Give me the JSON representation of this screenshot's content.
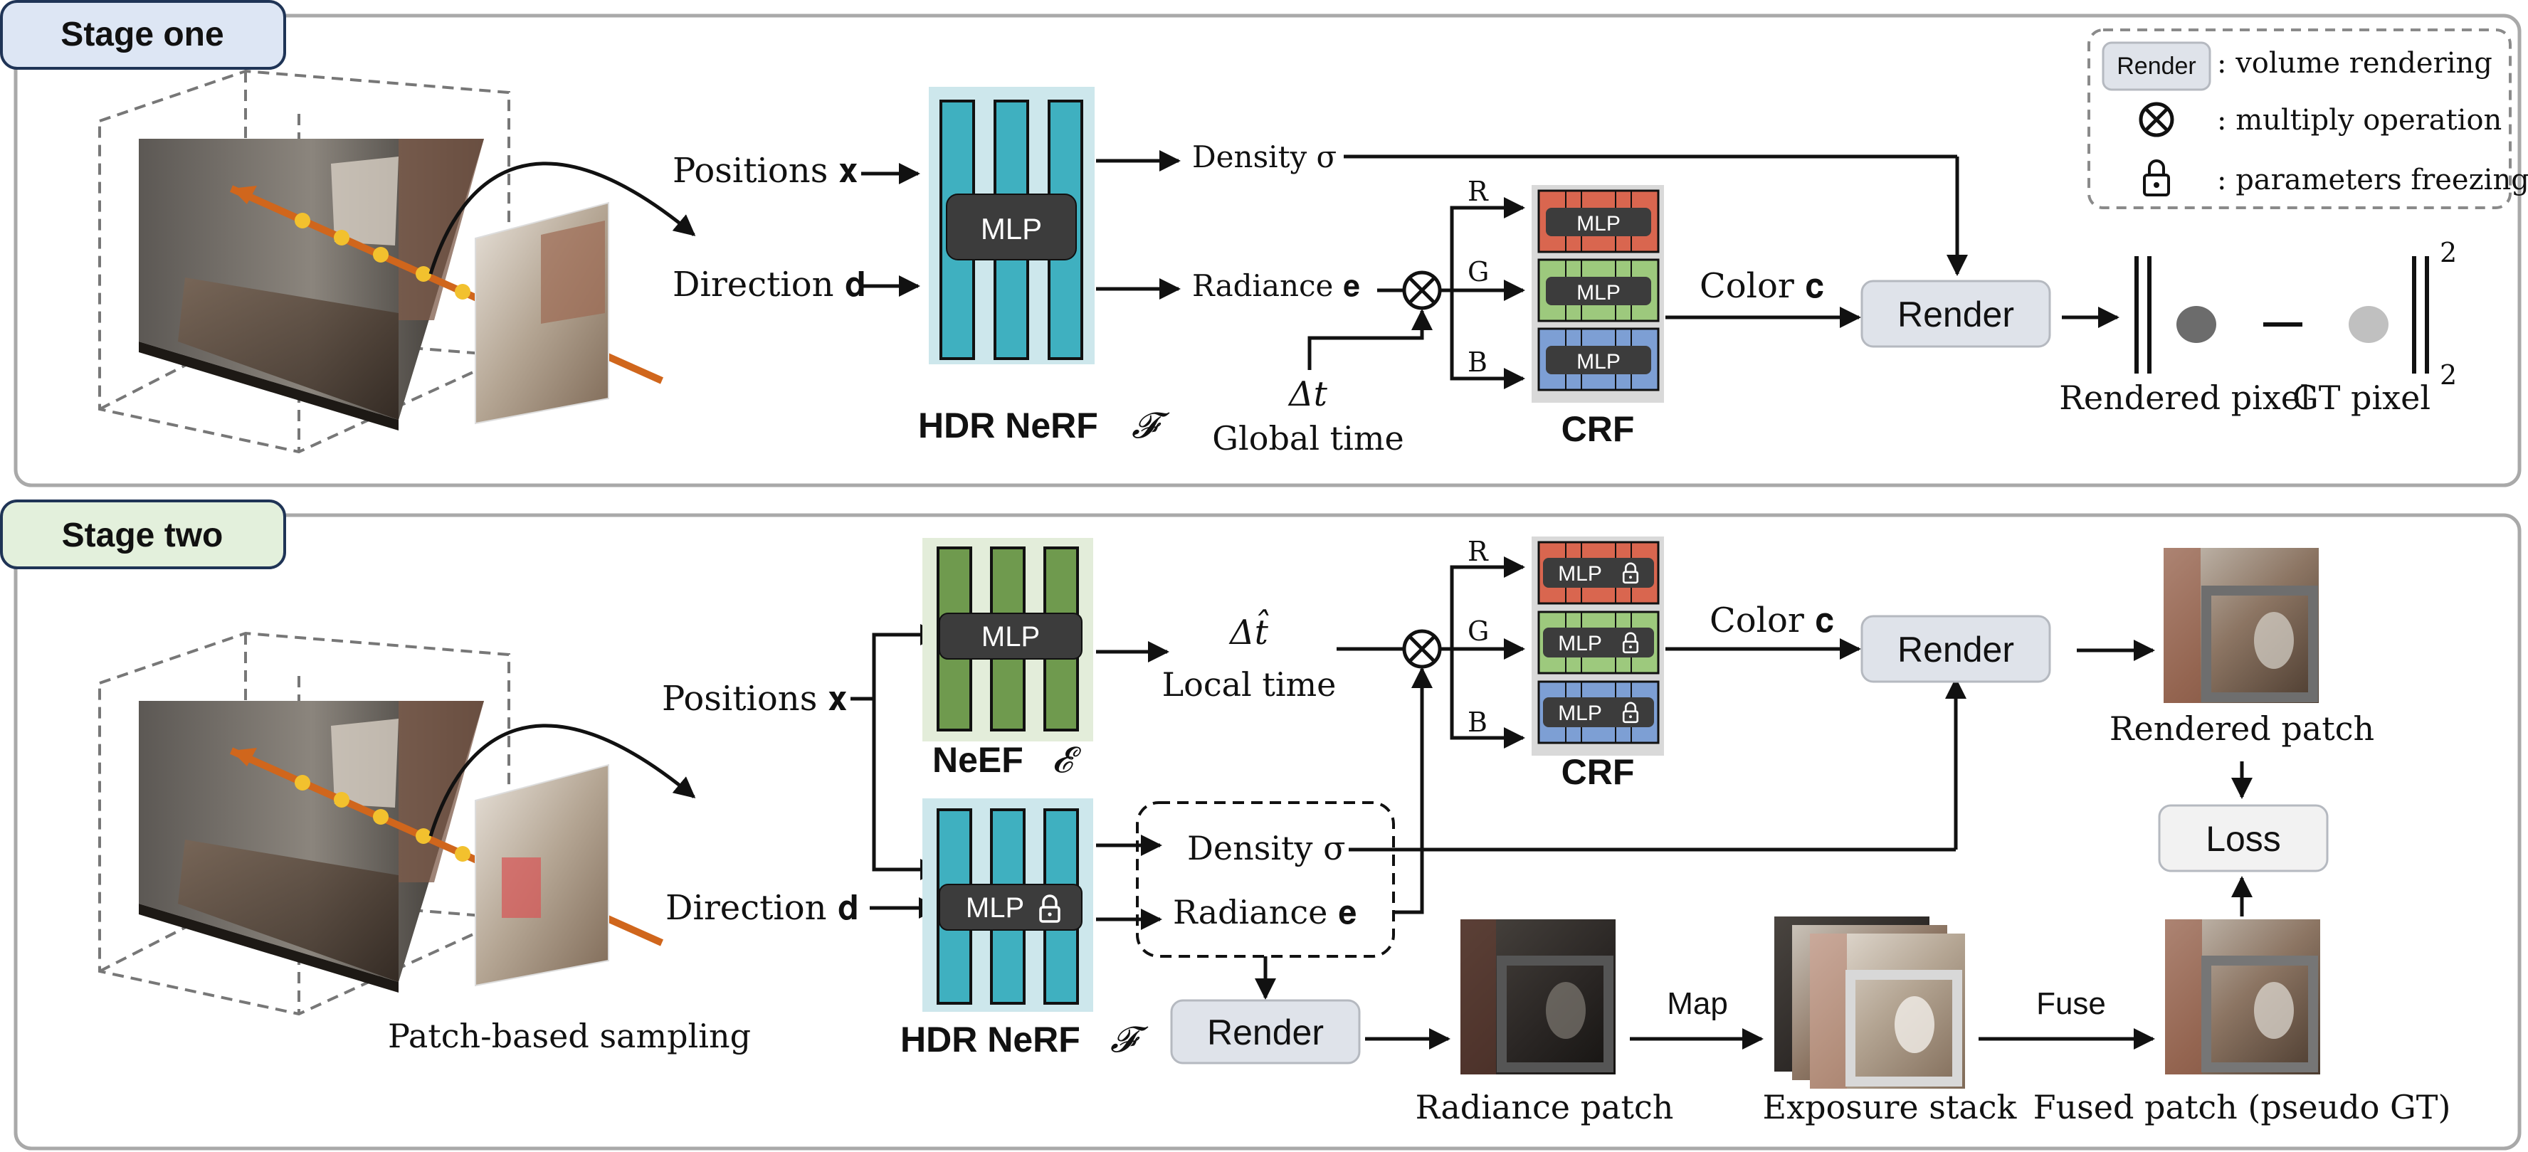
{
  "stage1": {
    "title": "Stage one",
    "positions_label": "Positions 𝐱",
    "direction_label": "Direction 𝐝",
    "mlp": "MLP",
    "hdr_nerf": "HDR NeRF",
    "calF": "𝓕",
    "density": "Density σ",
    "radiance": "Radiance 𝐞",
    "delta_t": "Δt",
    "global_time": "Global  time",
    "ch_r": "R",
    "ch_g": "G",
    "ch_b": "B",
    "crf": "CRF",
    "color": "Color 𝐜",
    "render": "Render",
    "rendered_pixel": "Rendered pixel",
    "gt_pixel": "GT pixel",
    "sup": "2",
    "sub": "2"
  },
  "legend": {
    "render_chip": "Render",
    "render_desc": ": volume rendering",
    "multiply_desc": ": multiply operation",
    "freeze_desc": ": parameters freezing"
  },
  "stage2": {
    "title": "Stage two",
    "positions_label": "Positions 𝐱",
    "direction_label": "Direction 𝐝",
    "mlp": "MLP",
    "neef": "NeEF",
    "calE": "𝓔",
    "hdr_nerf": "HDR NeRF",
    "calF": "𝓕",
    "delta_t_hat": "Δt̂",
    "local_time": "Local time",
    "density": "Density σ",
    "radiance": "Radiance 𝐞",
    "ch_r": "R",
    "ch_g": "G",
    "ch_b": "B",
    "crf": "CRF",
    "color": "Color 𝐜",
    "render_top": "Render",
    "render_bottom": "Render",
    "rendered_patch": "Rendered patch",
    "loss": "Loss",
    "radiance_patch": "Radiance patch",
    "map": "Map",
    "exposure_stack": "Exposure stack",
    "fuse": "Fuse",
    "fused_patch": "Fused patch (pseudo GT)",
    "patch_sampling": "Patch-based sampling"
  },
  "colors": {
    "teal": "#3fb0c0",
    "green": "#6f9a4e",
    "crf_red": "#d9664f",
    "crf_green": "#9dc97d",
    "crf_blue": "#7d9fd4",
    "stage1_badge": "#dde6f4",
    "stage2_badge": "#e3f0dc",
    "render_box": "#dfe3ea",
    "ray": "#d0661c",
    "dot": "#f2c12e"
  }
}
